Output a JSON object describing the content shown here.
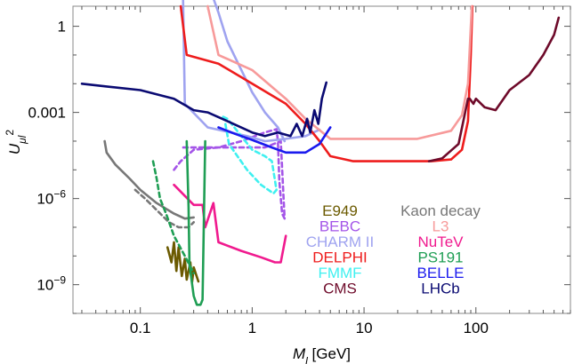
{
  "chart_data": {
    "type": "line",
    "title": "",
    "xlabel": "M",
    "xlabel_sub": "l",
    "xlabel_unit": " [GeV]",
    "ylabel": "U",
    "ylabel_sub": "μl",
    "ylabel_sup": "2",
    "x_scale": "log",
    "y_scale": "log",
    "xlim": [
      0.025,
      700
    ],
    "ylim": [
      1e-10,
      5
    ],
    "grid": false,
    "legend_position": "center-bottom",
    "x_ticks": [
      {
        "value": 0.1,
        "label": "0.1"
      },
      {
        "value": 1,
        "label": "1"
      },
      {
        "value": 10,
        "label": "10"
      },
      {
        "value": 100,
        "label": "100"
      }
    ],
    "y_ticks": [
      {
        "value": 1,
        "label": "1"
      },
      {
        "value": 0.001,
        "label": "0.001"
      },
      {
        "value": 1e-06,
        "label": "10",
        "sup": "−6"
      },
      {
        "value": 1e-09,
        "label": "10",
        "sup": "−9"
      }
    ],
    "series": [
      {
        "name": "E949",
        "color": "#6b5a00",
        "dashed": false,
        "points": [
          [
            0.175,
            2e-08
          ],
          [
            0.19,
            6e-09
          ],
          [
            0.2,
            3e-08
          ],
          [
            0.21,
            3e-09
          ],
          [
            0.22,
            2e-08
          ],
          [
            0.235,
            2e-09
          ],
          [
            0.25,
            8e-09
          ],
          [
            0.26,
            1.5e-09
          ],
          [
            0.28,
            6e-09
          ],
          [
            0.29,
            1.2e-09
          ],
          [
            0.3,
            4e-09
          ],
          [
            0.33,
            1.3e-09
          ]
        ]
      },
      {
        "name": "BEBC",
        "color": "#a455e8",
        "dashed": true,
        "points": [
          [
            0.2,
            1e-05
          ],
          [
            0.23,
            2e-05
          ],
          [
            0.3,
            5e-05
          ],
          [
            0.5,
            6e-05
          ],
          [
            0.8,
            0.0001
          ],
          [
            1.3,
            0.0002
          ],
          [
            1.65,
            0.00026
          ],
          [
            1.7,
            0.0001
          ],
          [
            1.75,
            4e-06
          ],
          [
            1.85,
            3e-07
          ],
          [
            1.95,
            2e-07
          ],
          [
            1.8,
            0.0001
          ],
          [
            1.3,
            6e-05
          ],
          [
            0.8,
            6e-05
          ],
          [
            0.5,
            6e-05
          ],
          [
            0.3,
            6e-05
          ],
          [
            0.24,
            6e-05
          ]
        ]
      },
      {
        "name": "CHARM II",
        "color": "#9fa3f0",
        "dashed": false,
        "points": [
          [
            0.24,
            20
          ],
          [
            0.25,
            0.002
          ],
          [
            0.4,
            0.0003
          ],
          [
            0.9,
            0.00015
          ],
          [
            1.3,
            0.0001
          ],
          [
            2,
            0.00012
          ],
          [
            3,
            0.00015
          ],
          [
            4,
            0.00025
          ]
        ]
      },
      {
        "name": "CHARM II (upper)",
        "color": "#9fa3f0",
        "dashed": false,
        "points": [
          [
            0.42,
            20
          ],
          [
            0.5,
            3
          ],
          [
            0.6,
            0.3
          ],
          [
            0.75,
            0.05
          ],
          [
            1,
            0.005
          ],
          [
            1.3,
            0.001
          ],
          [
            1.7,
            0.0003
          ],
          [
            1.95,
            0.0001
          ]
        ]
      },
      {
        "name": "DELPHI",
        "color": "#ee1c1c",
        "dashed": false,
        "points": [
          [
            0.23,
            5
          ],
          [
            0.26,
            0.1
          ],
          [
            0.5,
            0.05
          ],
          [
            1,
            0.01
          ],
          [
            2,
            0.002
          ],
          [
            3,
            0.0004
          ],
          [
            4,
            0.0001
          ],
          [
            5,
            3e-05
          ],
          [
            8,
            2e-05
          ],
          [
            20,
            2e-05
          ],
          [
            40,
            2e-05
          ],
          [
            60,
            2.3e-05
          ],
          [
            75,
            5e-05
          ],
          [
            85,
            0.0005
          ],
          [
            90,
            0.1
          ],
          [
            93,
            5
          ]
        ]
      },
      {
        "name": "FMMF",
        "color": "#3ff0f0",
        "dashed": true,
        "points": [
          [
            0.55,
            0.0007
          ],
          [
            0.6,
            0.0006
          ],
          [
            0.8,
            0.00015
          ],
          [
            1,
            5e-05
          ],
          [
            1.3,
            3e-05
          ],
          [
            1.5,
            2e-05
          ],
          [
            1.65,
            2e-06
          ],
          [
            1.55,
            1.5e-06
          ],
          [
            1.2,
            3e-06
          ],
          [
            0.9,
            1e-05
          ],
          [
            0.7,
            4e-05
          ],
          [
            0.62,
            8e-05
          ],
          [
            0.57,
            0.0005
          ]
        ]
      },
      {
        "name": "CMS",
        "color": "#6e0a2a",
        "dashed": false,
        "points": [
          [
            38,
            2e-05
          ],
          [
            50,
            2.5e-05
          ],
          [
            70,
            8e-05
          ],
          [
            85,
            0.003
          ],
          [
            88,
            0.003
          ],
          [
            95,
            0.002
          ],
          [
            100,
            0.003
          ],
          [
            120,
            0.0015
          ],
          [
            150,
            0.0012
          ],
          [
            200,
            0.006
          ],
          [
            300,
            0.02
          ],
          [
            400,
            0.1
          ],
          [
            500,
            0.5
          ],
          [
            550,
            2
          ]
        ]
      },
      {
        "name": "Kaon decay",
        "color": "#777777",
        "dashed": false,
        "points": [
          [
            0.048,
            0.0001
          ],
          [
            0.05,
            4e-05
          ],
          [
            0.06,
            1.5e-05
          ],
          [
            0.08,
            5e-06
          ],
          [
            0.1,
            2e-06
          ],
          [
            0.14,
            7e-07
          ],
          [
            0.2,
            3e-07
          ],
          [
            0.25,
            2e-07
          ],
          [
            0.3,
            2.2e-07
          ]
        ]
      },
      {
        "name": "Kaon decay (dashed)",
        "color": "#777777",
        "dashed": true,
        "points": [
          [
            0.09,
            2e-06
          ],
          [
            0.11,
            1e-06
          ],
          [
            0.14,
            4e-07
          ],
          [
            0.18,
            1.5e-07
          ],
          [
            0.22,
            1e-07
          ],
          [
            0.27,
            1e-07
          ],
          [
            0.3,
            1.5e-07
          ]
        ]
      },
      {
        "name": "L3",
        "color": "#f79a9a",
        "dashed": false,
        "points": [
          [
            0.4,
            5
          ],
          [
            0.5,
            0.1
          ],
          [
            1,
            0.03
          ],
          [
            2,
            0.003
          ],
          [
            3,
            0.0006
          ],
          [
            5,
            0.00012
          ],
          [
            10,
            0.00012
          ],
          [
            30,
            0.00012
          ],
          [
            60,
            0.00023
          ],
          [
            75,
            0.0008
          ],
          [
            85,
            0.01
          ],
          [
            92,
            5
          ]
        ]
      },
      {
        "name": "NuTeV",
        "color": "#f01a8e",
        "dashed": false,
        "points": [
          [
            0.2,
            3e-06
          ],
          [
            0.3,
            6e-07
          ],
          [
            0.36,
            6e-07
          ],
          [
            0.38,
            1e-07
          ],
          [
            0.45,
            7e-07
          ],
          [
            0.5,
            3e-08
          ],
          [
            0.8,
            1.5e-08
          ],
          [
            1.2,
            9e-09
          ],
          [
            1.6,
            6e-09
          ],
          [
            1.8,
            6e-09
          ],
          [
            2,
            5e-08
          ]
        ]
      },
      {
        "name": "PS191",
        "color": "#1f9e54",
        "dashed": false,
        "points": [
          [
            0.26,
            0.0001
          ],
          [
            0.27,
            5e-07
          ],
          [
            0.275,
            5e-09
          ],
          [
            0.3,
            4e-10
          ],
          [
            0.32,
            2e-10
          ],
          [
            0.345,
            2e-10
          ],
          [
            0.36,
            3e-10
          ],
          [
            0.38,
            0.0001
          ]
        ]
      },
      {
        "name": "PS191 (dashed)",
        "color": "#1f9e54",
        "dashed": true,
        "points": [
          [
            0.13,
            2e-05
          ],
          [
            0.14,
            5e-06
          ],
          [
            0.15,
            1e-06
          ],
          [
            0.17,
            3e-07
          ],
          [
            0.2,
            5e-08
          ],
          [
            0.25,
            1e-08
          ],
          [
            0.3,
            2.5e-09
          ]
        ]
      },
      {
        "name": "BELLE",
        "color": "#1a1aee",
        "dashed": false,
        "points": [
          [
            0.5,
            0.0003
          ],
          [
            0.7,
            0.00018
          ],
          [
            1,
            0.00011
          ],
          [
            1.5,
            6e-05
          ],
          [
            2,
            4e-05
          ],
          [
            3,
            4e-05
          ],
          [
            4,
            8e-05
          ],
          [
            5,
            0.0003
          ]
        ]
      },
      {
        "name": "LHCb",
        "color": "#0a0a72",
        "dashed": false,
        "points": [
          [
            0.03,
            0.01
          ],
          [
            0.05,
            0.008
          ],
          [
            0.1,
            0.006
          ],
          [
            0.2,
            0.003
          ],
          [
            0.3,
            0.0012
          ],
          [
            0.4,
            0.001
          ],
          [
            0.6,
            0.0005
          ],
          [
            1,
            0.0002
          ],
          [
            1.3,
            0.00015
          ],
          [
            1.7,
            0.0002
          ],
          [
            2.2,
            0.00015
          ],
          [
            2.5,
            0.0004
          ],
          [
            2.8,
            0.00015
          ],
          [
            3.1,
            0.0006
          ],
          [
            3.3,
            0.0002
          ],
          [
            3.6,
            0.0012
          ],
          [
            3.9,
            0.0004
          ],
          [
            4.2,
            0.003
          ],
          [
            4.5,
            0.008
          ],
          [
            4.6,
            0.011
          ]
        ]
      }
    ],
    "legend": [
      {
        "label": "E949",
        "color": "#6b5a00",
        "col": 0,
        "row": 0
      },
      {
        "label": "BEBC",
        "color": "#a455e8",
        "col": 0,
        "row": 1
      },
      {
        "label": "CHARM II",
        "color": "#9fa3f0",
        "col": 0,
        "row": 2
      },
      {
        "label": "DELPHI",
        "color": "#ee1c1c",
        "col": 0,
        "row": 3
      },
      {
        "label": "FMMF",
        "color": "#3ff0f0",
        "col": 0,
        "row": 4
      },
      {
        "label": "CMS",
        "color": "#6e0a2a",
        "col": 0,
        "row": 5
      },
      {
        "label": "Kaon decay",
        "color": "#777777",
        "col": 1,
        "row": 0
      },
      {
        "label": "L3",
        "color": "#f79a9a",
        "col": 1,
        "row": 1
      },
      {
        "label": "NuTeV",
        "color": "#f01a8e",
        "col": 1,
        "row": 2
      },
      {
        "label": "PS191",
        "color": "#1f9e54",
        "col": 1,
        "row": 3
      },
      {
        "label": "BELLE",
        "color": "#1a1aee",
        "col": 1,
        "row": 4
      },
      {
        "label": "LHCb",
        "color": "#0a0a72",
        "col": 1,
        "row": 5
      }
    ]
  }
}
